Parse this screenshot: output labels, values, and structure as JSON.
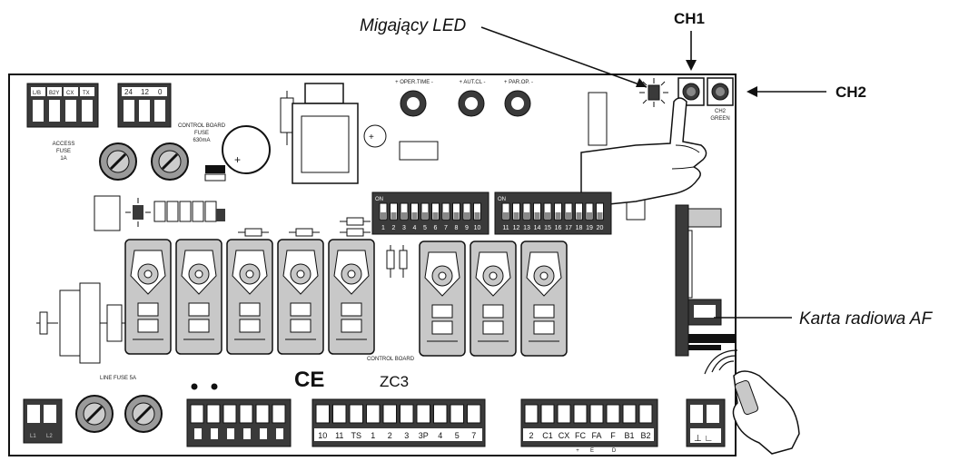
{
  "callouts": {
    "led": "Migający LED",
    "ch1": "CH1",
    "ch2": "CH2",
    "radio_card": "Karta radiowa AF"
  },
  "board": {
    "model": "ZC3",
    "ce_mark": "CE",
    "control_board_bottom": "CONTROL BOARD",
    "line_fuse": "LINE FUSE 5A",
    "accessories_fuse": [
      "ACCESS",
      "FUSE",
      "1A"
    ],
    "control_board_fuse": [
      "CONTROL BOARD",
      "FUSE",
      "630mA"
    ],
    "top_left_terminals": [
      "L/B",
      "B2Y",
      "CX",
      "TX"
    ],
    "top_terminals_2": [
      "24",
      "12",
      "0"
    ],
    "trimmers": [
      "+ OPER.TIME -",
      "+ AUT.CL -",
      "+ PAR.OP. -"
    ],
    "ch2_small": [
      "CH2",
      "GREEN"
    ],
    "dip_switch_1": {
      "on_label": "ON",
      "numbers": [
        "1",
        "2",
        "3",
        "4",
        "5",
        "6",
        "7",
        "8",
        "9",
        "10"
      ]
    },
    "dip_switch_2": {
      "on_label": "ON",
      "numbers": [
        "11",
        "12",
        "13",
        "14",
        "15",
        "16",
        "17",
        "18",
        "19",
        "20"
      ]
    },
    "terminal_block_1": [
      "10",
      "11",
      "TS",
      "1",
      "2",
      "3",
      "3P",
      "4",
      "5",
      "7"
    ],
    "terminal_block_2": [
      "2",
      "C1",
      "CX",
      "FC",
      "FA",
      "F",
      "B1",
      "B2"
    ],
    "terminal_block_2_sub": [
      "+",
      "E",
      "D"
    ],
    "bottom_left_terminals": [
      "L1",
      "L2"
    ],
    "colors": {
      "outline": "#111111",
      "board_fill": "#ffffff",
      "relay_fill": "#c8c8c8",
      "terminal_fill": "#3a3a3a",
      "fuse_fill": "#9a9a9a"
    }
  }
}
